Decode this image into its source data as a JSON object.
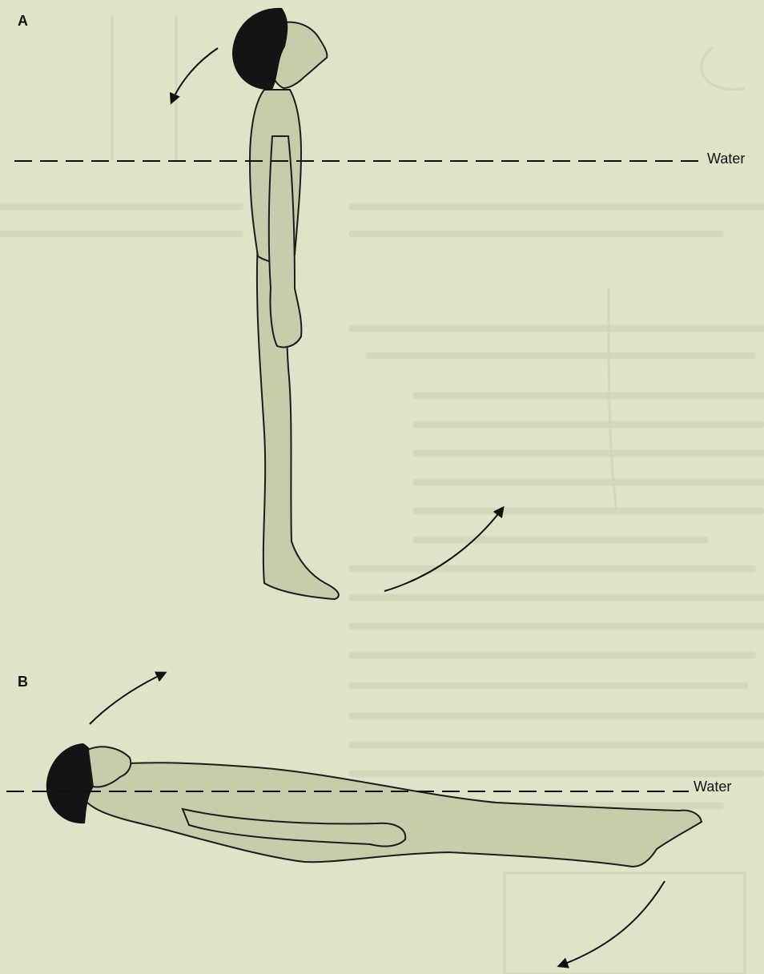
{
  "panels": [
    {
      "label": "A",
      "waterline_label": "Water"
    },
    {
      "label": "B",
      "waterline_label": "Water"
    }
  ],
  "colors": {
    "paper": "#dfe3c7",
    "body_fill": "#c8ccaa",
    "hair": "#141414",
    "outline": "#1c1c1c"
  }
}
